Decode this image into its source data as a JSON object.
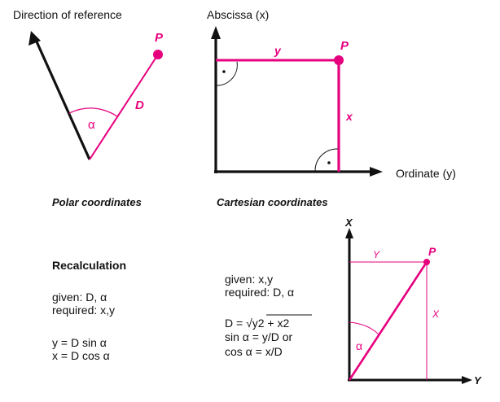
{
  "colors": {
    "ink": "#111111",
    "accent": "#e6007e",
    "background": "#ffffff"
  },
  "polar": {
    "reference_label": "Direction of reference",
    "point_label": "P",
    "distance_label": "D",
    "angle_label": "α",
    "caption": "Polar coordinates"
  },
  "cartesian": {
    "abscissa_label": "Abscissa (x)",
    "ordinate_label": "Ordinate (y)",
    "point_label": "P",
    "y_label": "y",
    "x_label": "x",
    "caption": "Cartesian  coordinates"
  },
  "recalc_polar_to_cart": {
    "heading": "Recalculation",
    "given": "given: D, α",
    "required": "required: x,y",
    "eq1": "y = D sin α",
    "eq2": "x = D cos α"
  },
  "recalc_cart_to_polar": {
    "given": "given: x,y",
    "required": "required: D, α",
    "eq_d_prefix": "D = √",
    "eq_d_radicand": "y2 + x2",
    "eq_sin": "sin α = y/D   or",
    "eq_cos": "cos α = x/D"
  },
  "combined": {
    "x_axis_label": "X",
    "y_axis_label": "Y",
    "point_label": "P",
    "y_label": "Y",
    "x_label": "X",
    "angle_label": "α"
  }
}
